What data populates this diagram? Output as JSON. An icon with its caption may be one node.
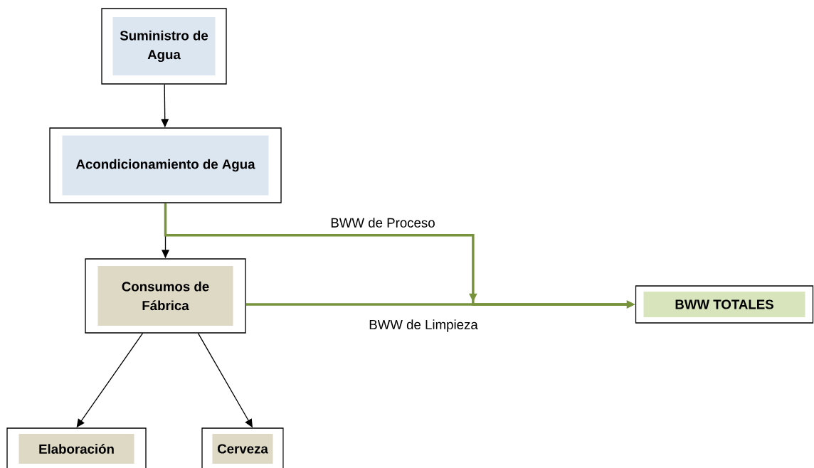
{
  "diagram": {
    "nodes": [
      {
        "text": [
          "Suministro de Agua"
        ]
      },
      {
        "text": [
          "Acondicionamiento de Agua"
        ]
      },
      {
        "text": [
          "Consumos de Fábrica"
        ]
      },
      {
        "text": [
          "BWW TOTALES"
        ]
      },
      {
        "text": [
          "Elaboración"
        ]
      },
      {
        "text": [
          "Cerveza"
        ]
      }
    ],
    "edges": [
      {
        "from": 0,
        "to": 1,
        "arrow": "to"
      },
      {
        "from": 1,
        "to": 2,
        "arrow": "to"
      },
      {
        "from": 1,
        "to": 3,
        "arrow": "to",
        "label": "BWW de Proceso",
        "style": "thick",
        "color": "#77933c"
      },
      {
        "from": 2,
        "to": 3,
        "arrow": "to",
        "label": "BWW de Limpieza",
        "style": "thick",
        "color": "#77933c"
      },
      {
        "from": 2,
        "to": 4,
        "arrow": "to"
      },
      {
        "from": 2,
        "to": 5,
        "arrow": "to"
      }
    ]
  }
}
